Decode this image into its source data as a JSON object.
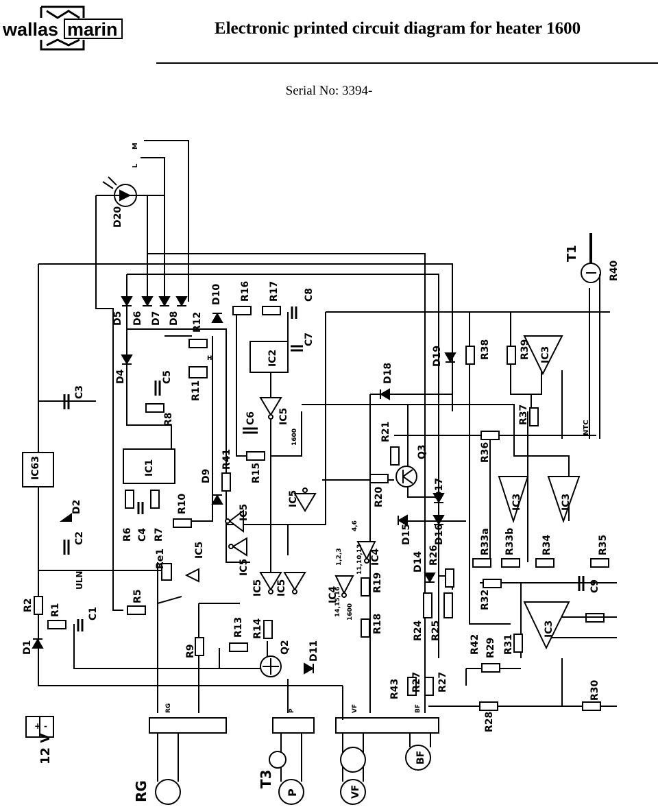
{
  "header": {
    "brand_left": "wallas",
    "brand_right": "marin",
    "title": "Electronic printed circuit diagram for heater 1600",
    "serial": "Serial No: 3394-"
  },
  "colors": {
    "ink": "#000000",
    "paper": "#ffffff"
  },
  "icons": [
    "wallas-marin-logo",
    "led-icon",
    "diode-icon",
    "resistor-icon",
    "capacitor-icon",
    "transistor-icon",
    "opamp-icon",
    "inverter-icon",
    "relay-icon",
    "sensor-icon",
    "battery-icon"
  ],
  "labels": {
    "d20": "D20",
    "d5": "D5",
    "d6": "D6",
    "d7": "D7",
    "d8": "D8",
    "d10": "D10",
    "d4": "D4",
    "d9": "D9",
    "d18": "D18",
    "d19": "D19",
    "d17": "D17",
    "d15": "D15",
    "d16": "D16",
    "d14": "D14",
    "d11": "D11",
    "d2": "D2",
    "d1": "D1",
    "r16": "R16",
    "r17": "R17",
    "r12": "R12",
    "r11": "R11",
    "r8": "R8",
    "r15": "R15",
    "r41": "R41",
    "r10": "R10",
    "r6": "R6",
    "r7": "R7",
    "r5": "R5",
    "r2": "R2",
    "r1": "R1",
    "r9": "R9",
    "r13": "R13",
    "r14": "R14",
    "r19": "R19",
    "r18": "R18",
    "r20": "R20",
    "r21": "R21",
    "r38": "R38",
    "r39": "R39",
    "r37": "R37",
    "r36": "R36",
    "r33a": "R33a",
    "r33b": "R33b",
    "r34": "R34",
    "r35": "R35",
    "r32": "R32",
    "r42": "R42",
    "r29": "R29",
    "r31": "R31",
    "r26": "R26",
    "r24": "R24",
    "r25": "R25",
    "r43": "R43",
    "r27a": "R27",
    "r27b": "R27",
    "r28": "R28",
    "r30": "R30",
    "r40": "R40",
    "c8": "C8",
    "c7": "C7",
    "c5": "C5",
    "c6": "C6",
    "c4": "C4",
    "c3": "C3",
    "c2": "C2",
    "c1": "C1",
    "c9": "C9",
    "ic1": "IC1",
    "ic2": "IC2",
    "ic63": "IC63",
    "ic5a": "IC5",
    "ic5b": "IC5",
    "ic5c": "IC5",
    "ic5d": "IC5",
    "ic5e": "IC5",
    "ic5f": "IC5",
    "ic5g": "IC5",
    "ic4a": "IC4",
    "ic4b": "IC4",
    "ic3a": "IC3",
    "ic3b": "IC3",
    "ic3c": "IC3",
    "ic3d": "IC3",
    "q2": "Q2",
    "q3": "Q3",
    "t1": "T1",
    "t3": "T3",
    "re1": "Re1",
    "uln": "ULN",
    "ntc": "NTC",
    "m": "M",
    "l": "L",
    "h": "H",
    "p1600a": "1600",
    "p1600b": "1600",
    "v12": "12 V",
    "plus": "+",
    "minus": "-",
    "rg": "RG",
    "p": "P",
    "vf": "VF",
    "bf": "BF",
    "rg_big": "RG",
    "p_big": "P",
    "vf_big": "VF",
    "bf_big": "BF",
    "t3_big": "T3",
    "pins_1_2_3": "1,2,3",
    "pins_4_6": "4,6",
    "pins_11_10_13": "11,10,13",
    "pins_14_15_16": "14,15,16"
  }
}
